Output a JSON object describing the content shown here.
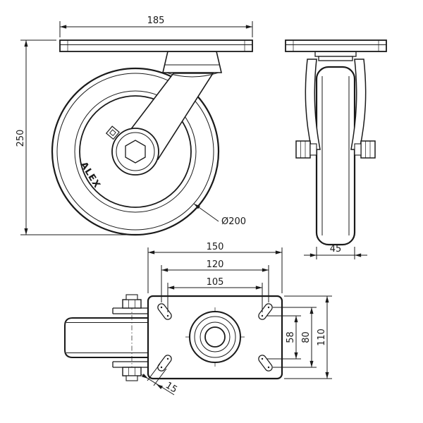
{
  "meta": {
    "bg_color": "#ffffff",
    "line_color": "#1a1a1a"
  },
  "side_view": {
    "dim_plate_width": "185",
    "dim_overall_height": "250",
    "dim_wheel_diameter": "Ø200",
    "wheel_brand": "ALEX"
  },
  "front_view": {
    "dim_wheel_width": "45"
  },
  "plan_view": {
    "dim_plate_width": "150",
    "dim_hole_spacing_wide": "120",
    "dim_hole_spacing_narrow": "105",
    "dim_hole_spacing_short": "58",
    "dim_hole_spacing_tall": "80",
    "dim_plate_depth": "110",
    "dim_slot_width": "15"
  }
}
